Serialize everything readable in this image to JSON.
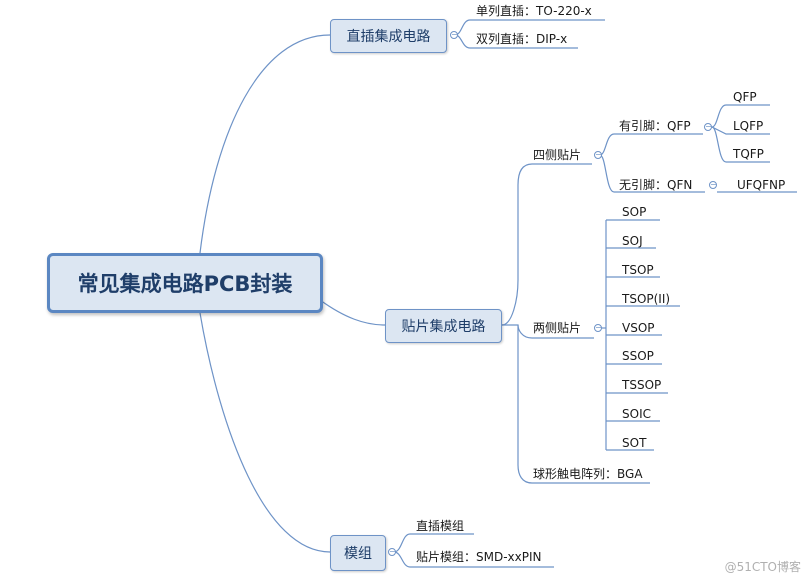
{
  "root": {
    "label": "常见集成电路PCB封装"
  },
  "branches": {
    "dip": {
      "label": "直插集成电路",
      "items": [
        "单列直插：TO-220-x",
        "双列直插：DIP-x"
      ]
    },
    "smd": {
      "label": "贴片集成电路",
      "quad": {
        "label": "四侧贴片",
        "leaded": {
          "label": "有引脚：QFP",
          "items": [
            "QFP",
            "LQFP",
            "TQFP"
          ]
        },
        "leadless": {
          "label": "无引脚：QFN",
          "items": [
            "UFQFNP"
          ]
        }
      },
      "dual": {
        "label": "两侧贴片",
        "items": [
          "SOP",
          "SOJ",
          "TSOP",
          "TSOP(II)",
          "VSOP",
          "SSOP",
          "TSSOP",
          "SOIC",
          "SOT"
        ]
      },
      "bga": {
        "label": "球形触电阵列：BGA"
      }
    },
    "module": {
      "label": "模组",
      "items": [
        "直插模组",
        "贴片模组：SMD-xxPIN"
      ]
    }
  },
  "watermark": "@51CTO博客",
  "colors": {
    "line": "#6e93c7",
    "node_fill": "#dce6f2",
    "node_text": "#1f3e69"
  }
}
